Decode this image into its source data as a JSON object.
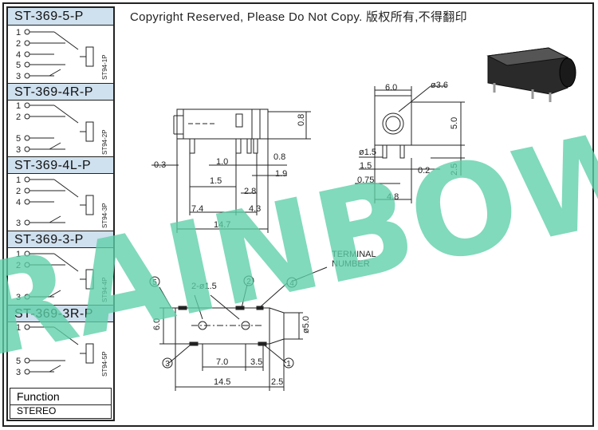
{
  "copyright": "Copyright Reserved, Please Do Not Copy. 版权所有,不得翻印",
  "watermark": "RAINBOW",
  "models": [
    {
      "name": "ST-369-5-P",
      "code": "ST94-1P",
      "pins": [
        "1",
        "2",
        "4",
        "5",
        "3"
      ]
    },
    {
      "name": "ST-369-4R-P",
      "code": "ST94-2P",
      "pins": [
        "1",
        "2",
        "5",
        "3"
      ]
    },
    {
      "name": "ST-369-4L-P",
      "code": "ST94-3P",
      "pins": [
        "1",
        "2",
        "4",
        "3"
      ]
    },
    {
      "name": "ST-369-3-P",
      "code": "ST94-4P",
      "pins": [
        "1",
        "2",
        "3"
      ]
    },
    {
      "name": "ST-369-3R-P",
      "code": "ST94-5P",
      "pins": [
        "1",
        "5",
        "3"
      ]
    }
  ],
  "function": {
    "label": "Function",
    "value": "STEREO"
  },
  "dimensions": {
    "side": [
      "0.8",
      "0.3",
      "1.0",
      "0.8",
      "1.5",
      "1.9",
      "2.8",
      "7.4",
      "4.3",
      "14.7"
    ],
    "front": [
      "6.0",
      "ø3.6",
      "5.0",
      "ø1.5",
      "1.5",
      "0.2",
      "0.75",
      "2.5",
      "4.8"
    ],
    "bottom": [
      "2-ø1.5",
      "6.0",
      "ø5.0",
      "7.0",
      "3.5",
      "14.5",
      "2.5"
    ]
  },
  "terminal_label": [
    "TERMINAL",
    "NUMBER"
  ],
  "terminal_numbers": [
    "5",
    "2",
    "4",
    "3",
    "1"
  ],
  "colors": {
    "header_fill": "#cfe0ee",
    "watermark": "#5ccfa8",
    "line": "#222222"
  }
}
